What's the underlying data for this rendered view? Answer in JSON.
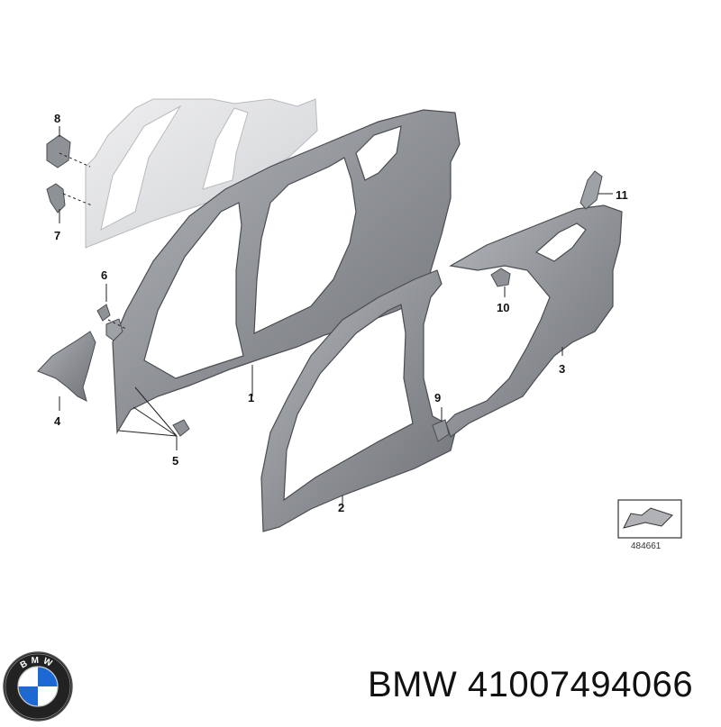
{
  "diagram": {
    "callouts": [
      "1",
      "2",
      "3",
      "4",
      "5",
      "6",
      "7",
      "8",
      "9",
      "10",
      "11"
    ],
    "reference_number": "484661"
  },
  "brand": {
    "logo_letters": "BMW",
    "name": "BMW",
    "part_number": "41007494066"
  },
  "colors": {
    "panel_dark": "#8e9196",
    "panel_light": "#dcdde0",
    "outline": "#4a4c50"
  }
}
